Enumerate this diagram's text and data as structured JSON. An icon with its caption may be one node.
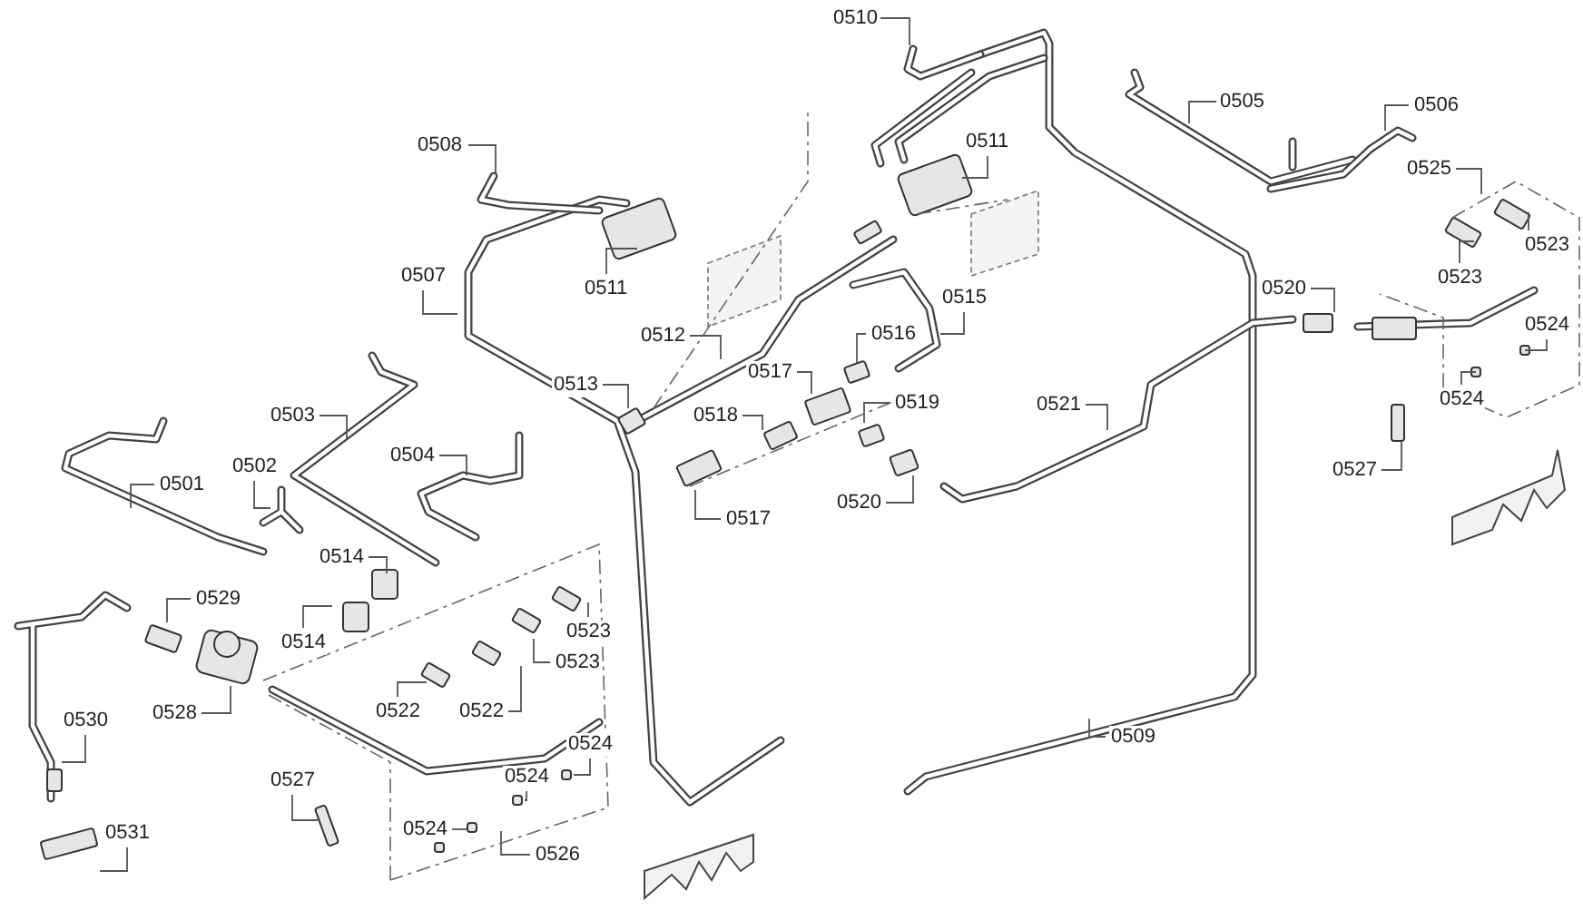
{
  "diagram": {
    "nodes": [
      {
        "text": [
          "0510"
        ]
      },
      {
        "text": [
          "0505"
        ]
      },
      {
        "text": [
          "0506"
        ]
      },
      {
        "text": [
          "0511"
        ]
      },
      {
        "text": [
          "0508"
        ]
      },
      {
        "text": [
          "0525"
        ]
      },
      {
        "text": [
          "0523"
        ]
      },
      {
        "text": [
          "0507"
        ]
      },
      {
        "text": [
          "0523"
        ]
      },
      {
        "text": [
          "0511"
        ]
      },
      {
        "text": [
          "0520"
        ]
      },
      {
        "text": [
          "0515"
        ]
      },
      {
        "text": [
          "0524"
        ]
      },
      {
        "text": [
          "0516"
        ]
      },
      {
        "text": [
          "0512"
        ]
      },
      {
        "text": [
          "0517"
        ]
      },
      {
        "text": [
          "0513"
        ]
      },
      {
        "text": [
          "0524"
        ]
      },
      {
        "text": [
          "0519"
        ]
      },
      {
        "text": [
          "0521"
        ]
      },
      {
        "text": [
          "0503"
        ]
      },
      {
        "text": [
          "0518"
        ]
      },
      {
        "text": [
          "0504"
        ]
      },
      {
        "text": [
          "0502"
        ]
      },
      {
        "text": [
          "0527"
        ]
      },
      {
        "text": [
          "0501"
        ]
      },
      {
        "text": [
          "0520"
        ]
      },
      {
        "text": [
          "0517"
        ]
      },
      {
        "text": [
          "0514"
        ]
      },
      {
        "text": [
          "0529"
        ]
      },
      {
        "text": [
          "0523"
        ]
      },
      {
        "text": [
          "0514"
        ]
      },
      {
        "text": [
          "0523"
        ]
      },
      {
        "text": [
          "0522"
        ]
      },
      {
        "text": [
          "0522"
        ]
      },
      {
        "text": [
          "0528"
        ]
      },
      {
        "text": [
          "0530"
        ]
      },
      {
        "text": [
          "0509"
        ]
      },
      {
        "text": [
          "0524"
        ]
      },
      {
        "text": [
          "0524"
        ]
      },
      {
        "text": [
          "0527"
        ]
      },
      {
        "text": [
          "0524"
        ]
      },
      {
        "text": [
          "0531"
        ]
      },
      {
        "text": [
          "0526"
        ]
      }
    ],
    "edges": [
      {
        "from": 0,
        "to": null,
        "arrow": "none"
      },
      {
        "from": 1,
        "to": null,
        "arrow": "none"
      },
      {
        "from": 2,
        "to": null,
        "arrow": "none"
      },
      {
        "from": 3,
        "to": null,
        "arrow": "none"
      },
      {
        "from": 4,
        "to": null,
        "arrow": "none"
      },
      {
        "from": 5,
        "to": null,
        "arrow": "none"
      },
      {
        "from": 6,
        "to": null,
        "arrow": "none"
      },
      {
        "from": 7,
        "to": null,
        "arrow": "none"
      },
      {
        "from": 8,
        "to": null,
        "arrow": "none"
      },
      {
        "from": 9,
        "to": null,
        "arrow": "none"
      },
      {
        "from": 10,
        "to": null,
        "arrow": "none"
      },
      {
        "from": 11,
        "to": null,
        "arrow": "none"
      },
      {
        "from": 12,
        "to": null,
        "arrow": "none"
      },
      {
        "from": 13,
        "to": null,
        "arrow": "none"
      },
      {
        "from": 14,
        "to": null,
        "arrow": "none"
      },
      {
        "from": 15,
        "to": null,
        "arrow": "none"
      },
      {
        "from": 16,
        "to": null,
        "arrow": "none"
      },
      {
        "from": 17,
        "to": null,
        "arrow": "none"
      },
      {
        "from": 18,
        "to": null,
        "arrow": "none"
      },
      {
        "from": 19,
        "to": null,
        "arrow": "none"
      },
      {
        "from": 20,
        "to": null,
        "arrow": "none"
      },
      {
        "from": 21,
        "to": null,
        "arrow": "none"
      },
      {
        "from": 22,
        "to": null,
        "arrow": "none"
      },
      {
        "from": 23,
        "to": null,
        "arrow": "none"
      },
      {
        "from": 24,
        "to": null,
        "arrow": "none"
      },
      {
        "from": 25,
        "to": null,
        "arrow": "none"
      },
      {
        "from": 26,
        "to": null,
        "arrow": "none"
      },
      {
        "from": 27,
        "to": null,
        "arrow": "none"
      },
      {
        "from": 28,
        "to": null,
        "arrow": "none"
      },
      {
        "from": 29,
        "to": null,
        "arrow": "none"
      },
      {
        "from": 30,
        "to": null,
        "arrow": "none"
      },
      {
        "from": 31,
        "to": null,
        "arrow": "none"
      },
      {
        "from": 32,
        "to": null,
        "arrow": "none"
      },
      {
        "from": 33,
        "to": null,
        "arrow": "none"
      },
      {
        "from": 34,
        "to": null,
        "arrow": "none"
      },
      {
        "from": 35,
        "to": null,
        "arrow": "none"
      },
      {
        "from": 36,
        "to": null,
        "arrow": "none"
      },
      {
        "from": 37,
        "to": null,
        "arrow": "none"
      },
      {
        "from": 38,
        "to": null,
        "arrow": "none"
      },
      {
        "from": 39,
        "to": null,
        "arrow": "none"
      },
      {
        "from": 40,
        "to": null,
        "arrow": "none"
      },
      {
        "from": 41,
        "to": null,
        "arrow": "none"
      },
      {
        "from": 42,
        "to": null,
        "arrow": "none"
      },
      {
        "from": 43,
        "to": null,
        "arrow": "none"
      }
    ]
  }
}
